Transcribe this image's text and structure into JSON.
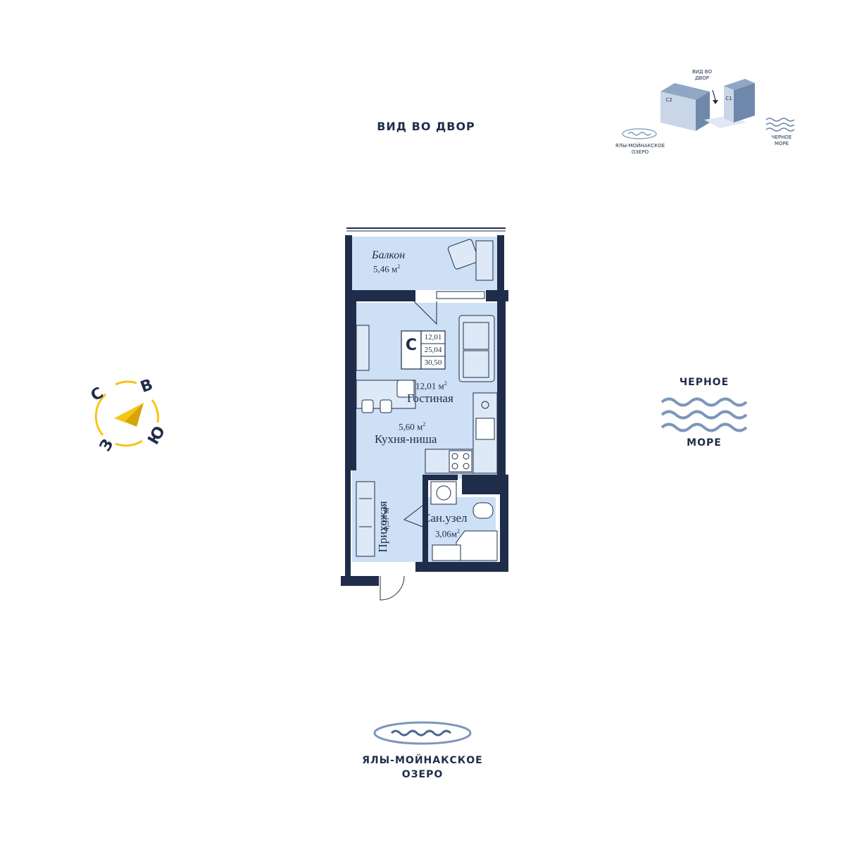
{
  "top_view": {
    "text": "ВИД ВО ДВОР"
  },
  "sea": {
    "line1": "ЧЕРНОЕ",
    "line2": "МОРЕ"
  },
  "lake": {
    "line1": "ЯЛЫ-МОЙНАКСКОЕ",
    "line2": "ОЗЕРО"
  },
  "compass": {
    "n": "С",
    "e": "В",
    "s": "Ю",
    "w": "З",
    "color": "#f5c518"
  },
  "mini_map": {
    "view_line1": "ВИД ВО",
    "view_line2": "ДВОР",
    "building_c2": "С2",
    "building_c1": "С1",
    "lake_line1": "ЯЛЫ-МОЙНАКСКОЕ",
    "lake_line2": "ОЗЕРО",
    "sea_line1": "ЧЕРНОЕ",
    "sea_line2": "МОРЕ"
  },
  "plan": {
    "wall_color": "#1f2d4a",
    "floor_color": "#cde0f5",
    "type_letter": "С",
    "area_living": "12,01",
    "area_total": "25,04",
    "area_with_balcony": "30,50",
    "rooms": {
      "balcony": {
        "name": "Балкон",
        "area": "5,46 м",
        "sup": "2"
      },
      "living": {
        "name": "Гостиная",
        "area": "12,01 м",
        "sup": "2"
      },
      "kitchen": {
        "name": "Кухня-ниша",
        "area": "5,60 м",
        "sup": "2"
      },
      "hall": {
        "name": "Прихожая",
        "area": "4,37 м",
        "sup": "2"
      },
      "bath": {
        "name": "Сан.узел",
        "area": "3,06м",
        "sup": "2"
      }
    }
  }
}
